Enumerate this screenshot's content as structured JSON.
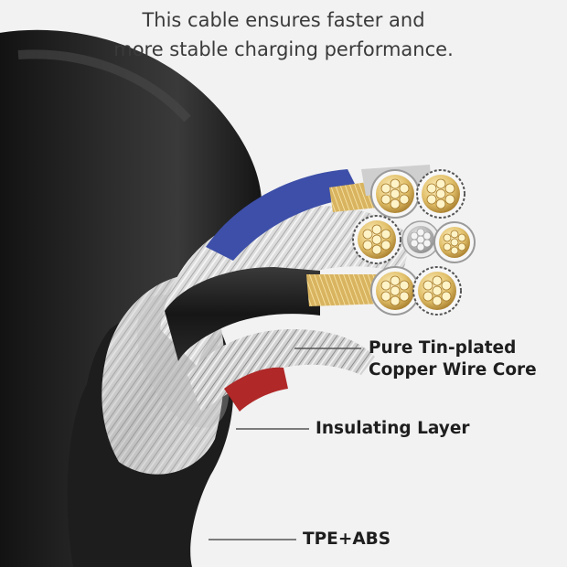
{
  "headline": {
    "line1": "This cable ensures faster and",
    "line2": "more stable charging performance."
  },
  "callouts": {
    "core_line1": "Pure Tin-plated",
    "core_line2": "Copper Wire Core",
    "insulating": "Insulating Layer",
    "jacket": "TPE+ABS"
  },
  "colors": {
    "background": "#f2f2f2",
    "jacket": "#1c1c1c",
    "braid": "#c8c8c8",
    "copper": "#e2c06a",
    "tin": "#bdbdbd",
    "blue_insulation": "#3d4fa8",
    "red_insulation": "#b02828"
  }
}
